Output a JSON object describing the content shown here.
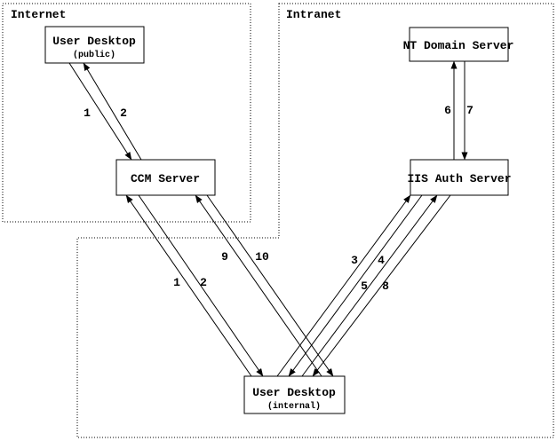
{
  "diagram": {
    "zones": [
      {
        "id": "internet",
        "label": "Internet"
      },
      {
        "id": "intranet",
        "label": "Intranet"
      }
    ],
    "nodes": [
      {
        "id": "user-desktop-public",
        "label": "User Desktop",
        "sublabel": "(public)",
        "zone": "internet"
      },
      {
        "id": "ccm-server",
        "label": "CCM Server",
        "zone": "internet"
      },
      {
        "id": "nt-domain-server",
        "label": "NT Domain Server",
        "zone": "intranet"
      },
      {
        "id": "iis-auth-server",
        "label": "IIS Auth Server",
        "zone": "intranet"
      },
      {
        "id": "user-desktop-internal",
        "label": "User Desktop",
        "sublabel": "(internal)",
        "zone": "intranet"
      }
    ],
    "edges": [
      {
        "label": "1",
        "from": "user-desktop-public",
        "to": "ccm-server"
      },
      {
        "label": "2",
        "from": "ccm-server",
        "to": "user-desktop-public"
      },
      {
        "label": "1",
        "from": "user-desktop-internal",
        "to": "ccm-server"
      },
      {
        "label": "2",
        "from": "ccm-server",
        "to": "user-desktop-internal"
      },
      {
        "label": "3",
        "from": "user-desktop-internal",
        "to": "iis-auth-server"
      },
      {
        "label": "4",
        "from": "iis-auth-server",
        "to": "user-desktop-internal"
      },
      {
        "label": "5",
        "from": "user-desktop-internal",
        "to": "iis-auth-server"
      },
      {
        "label": "6",
        "from": "iis-auth-server",
        "to": "nt-domain-server"
      },
      {
        "label": "7",
        "from": "nt-domain-server",
        "to": "iis-auth-server"
      },
      {
        "label": "8",
        "from": "iis-auth-server",
        "to": "user-desktop-internal"
      },
      {
        "label": "9",
        "from": "user-desktop-internal",
        "to": "ccm-server"
      },
      {
        "label": "10",
        "from": "ccm-server",
        "to": "user-desktop-internal"
      }
    ],
    "colors": {
      "line": "#000000",
      "background": "#ffffff"
    }
  }
}
